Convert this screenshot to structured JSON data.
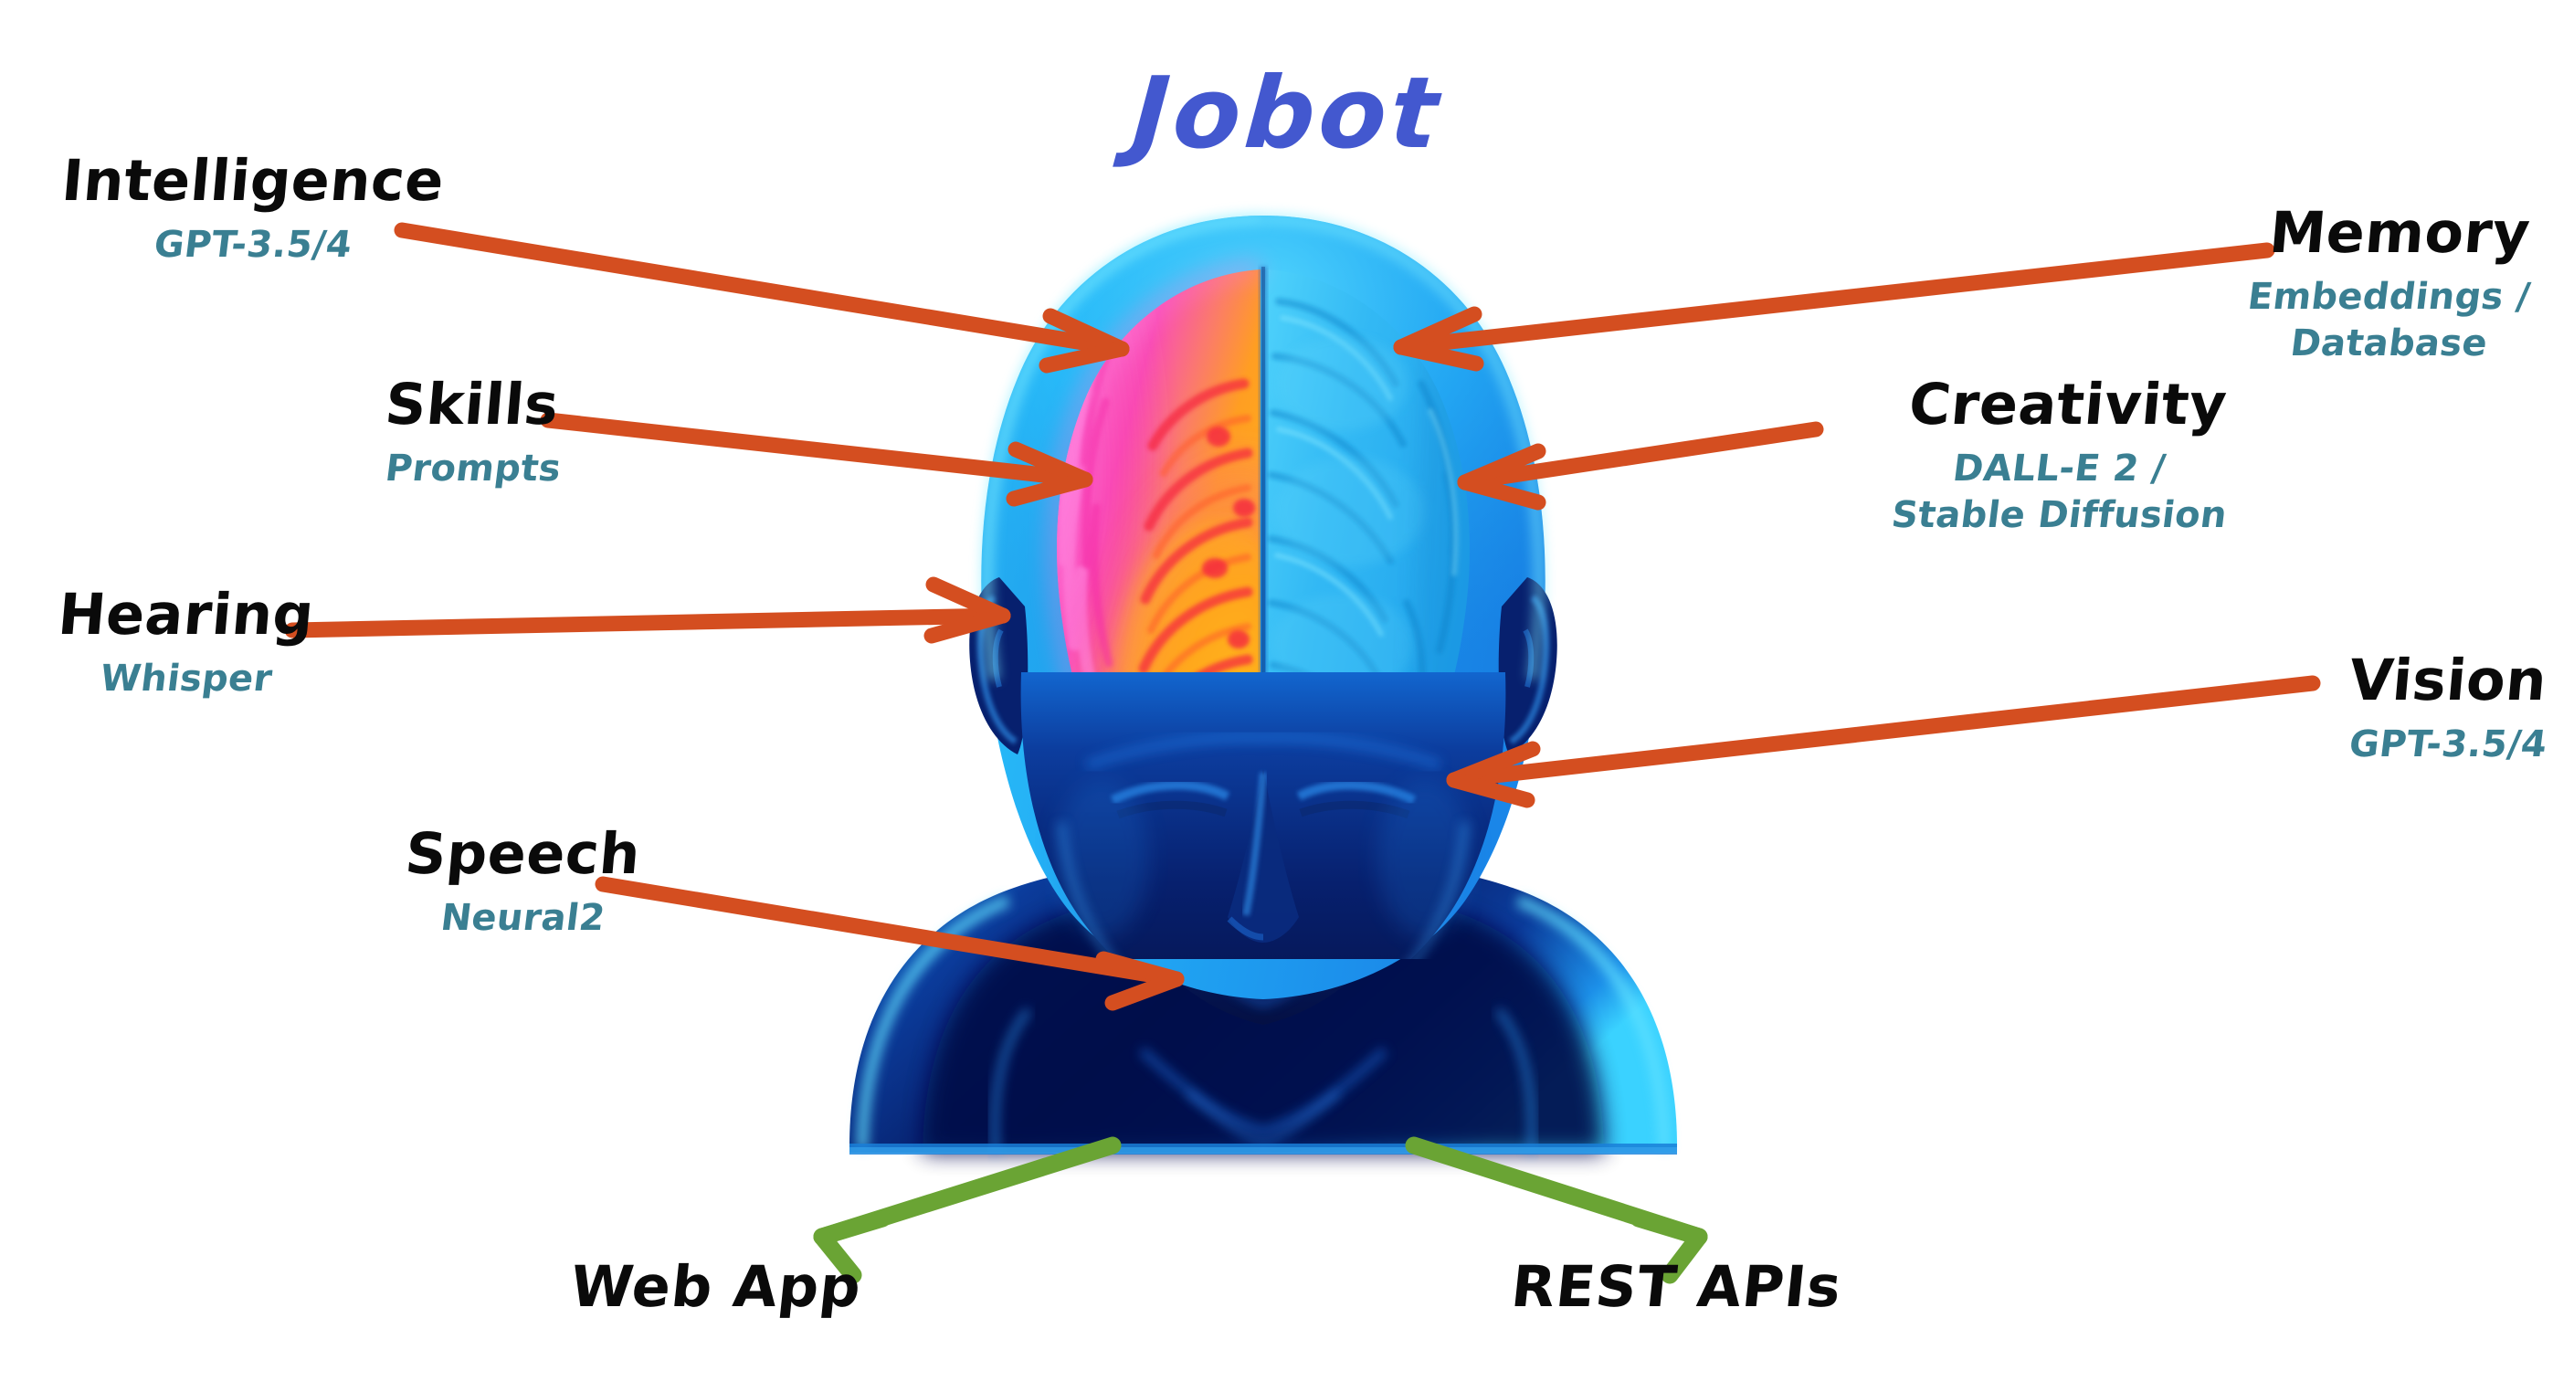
{
  "page": {
    "title": "Jobot",
    "background": "#ffffff",
    "title_color": "#4358cf"
  },
  "colors": {
    "input_arrow": "#d44e20",
    "output_arrow": "#6aa434",
    "label_title": "#0a0a0a",
    "label_sub": "#3a7f92",
    "title": "#4358cf",
    "head_light_blue": "#29b6f6",
    "head_deep_blue": "#0b1f6b",
    "brain_hot_pink": "#f45bc0",
    "brain_orange": "#ff9a1f",
    "brain_red": "#f4314a",
    "brain_cyan": "#35c3f7"
  },
  "figure": {
    "name": "human-head-brain-illustration",
    "description": "Translucent blue human head and shoulders with visible brain; left hemisphere rendered as a pink-orange heat map, right hemisphere cyan-blue"
  },
  "annotations": [
    {
      "id": "intelligence",
      "title": "Intelligence",
      "subtitle": "GPT-3.5/4",
      "side": "left",
      "target": "brain-left-frontal"
    },
    {
      "id": "skills",
      "title": "Skills",
      "subtitle": "Prompts",
      "side": "left",
      "target": "brain-left-mid"
    },
    {
      "id": "hearing",
      "title": "Hearing",
      "subtitle": "Whisper",
      "side": "left",
      "target": "left-ear"
    },
    {
      "id": "speech",
      "title": "Speech",
      "subtitle": "Neural2",
      "side": "left",
      "target": "mouth"
    },
    {
      "id": "memory",
      "title": "Memory",
      "subtitle": "Embeddings /\nDatabase",
      "subtitle_lines": [
        "Embeddings /",
        "Database"
      ],
      "side": "right",
      "target": "brain-right-frontal"
    },
    {
      "id": "creativity",
      "title": "Creativity",
      "subtitle": "DALL-E 2 /\nStable Diffusion",
      "subtitle_lines": [
        "DALL-E 2 /",
        "Stable Diffusion"
      ],
      "side": "right",
      "target": "brain-right-mid"
    },
    {
      "id": "vision",
      "title": "Vision",
      "subtitle": "GPT-3.5/4",
      "side": "right",
      "target": "right-eye"
    }
  ],
  "outputs": [
    {
      "id": "web-app",
      "label": "Web App",
      "side": "left"
    },
    {
      "id": "rest-apis",
      "label": "REST APIs",
      "side": "right"
    }
  ]
}
